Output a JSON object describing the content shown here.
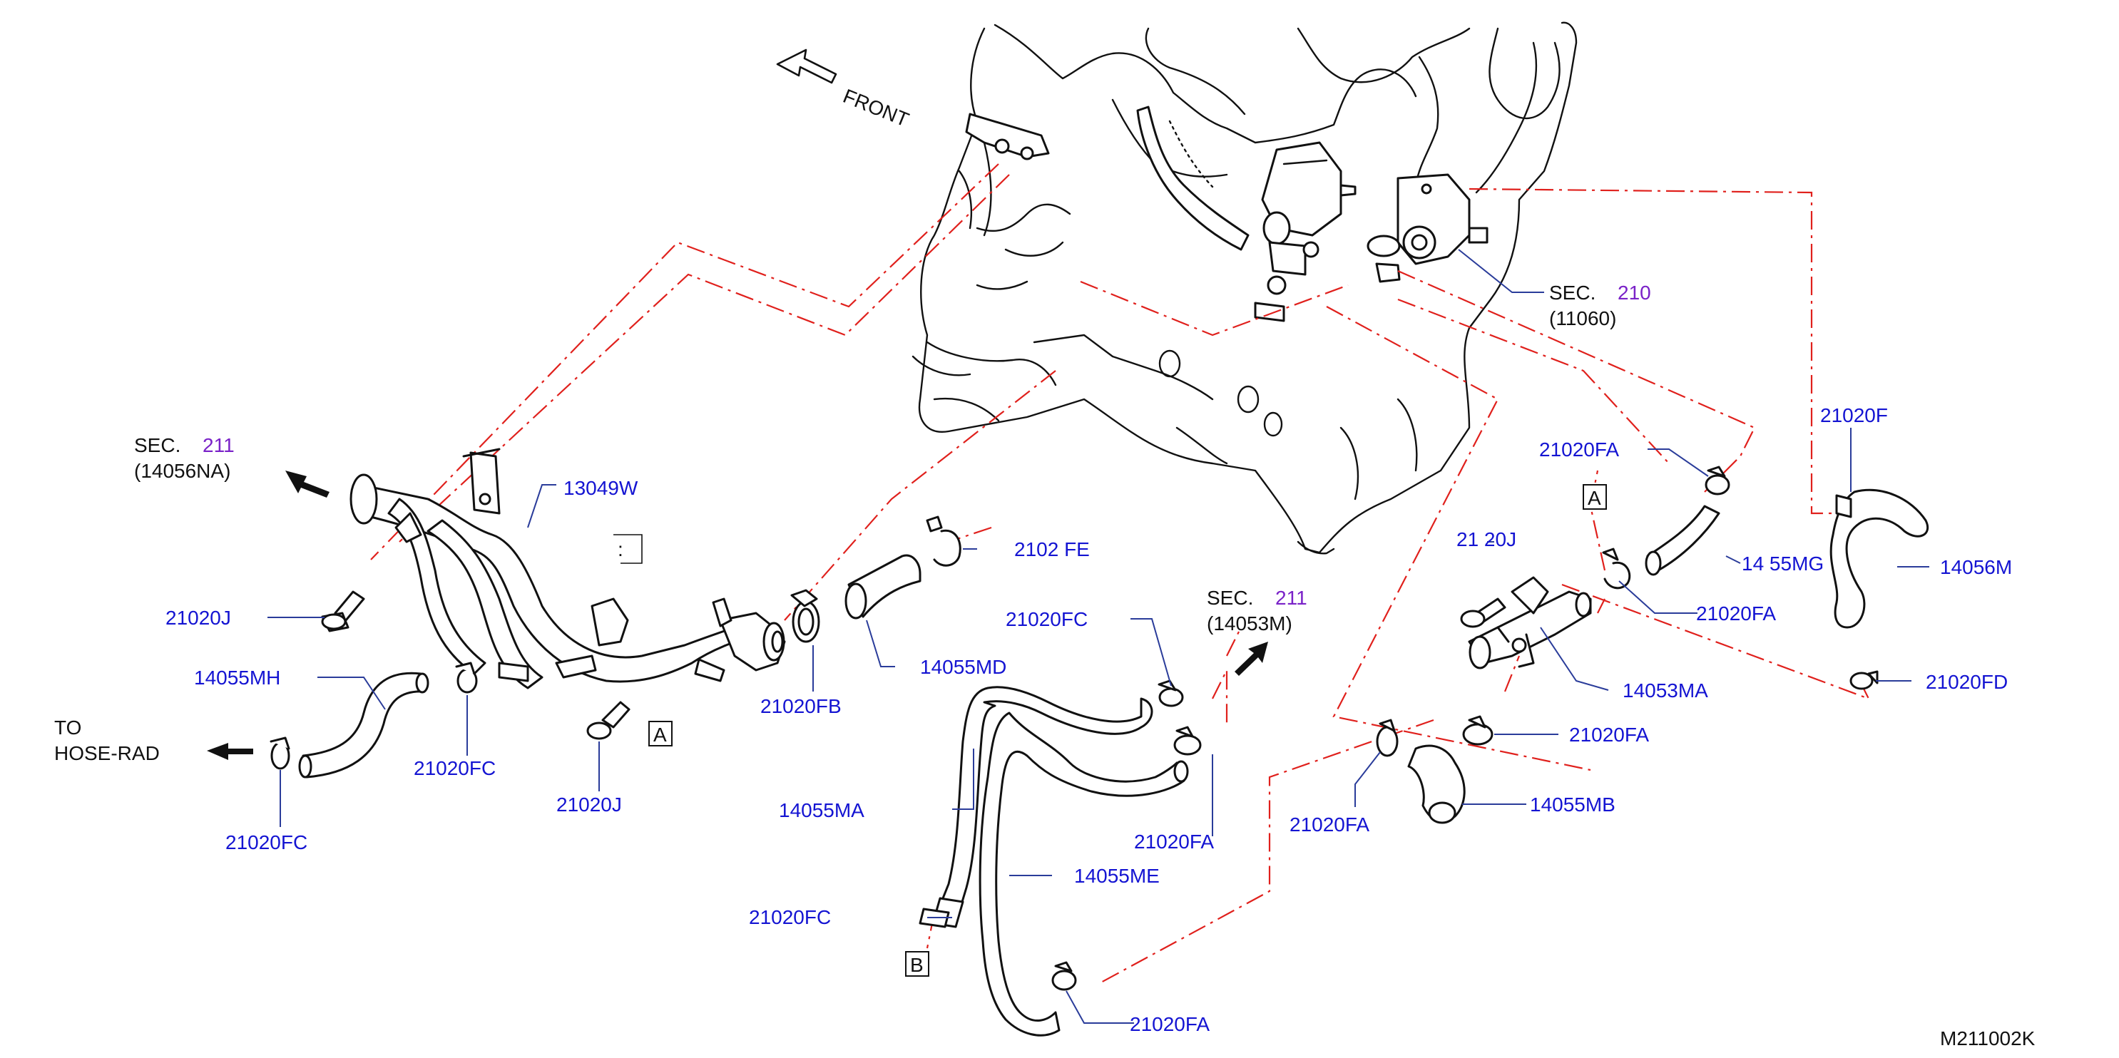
{
  "diagram": {
    "front_label": "FRONT",
    "diagram_code": "M211002K",
    "sec_210": {
      "prefix": "SEC.",
      "num": "210",
      "sub": "(11060)"
    },
    "sec_211_left": {
      "prefix": "SEC.",
      "num": "211",
      "sub": "(14056NA)"
    },
    "sec_211_mid": {
      "prefix": "SEC.",
      "num": "211",
      "sub": "(14053M)"
    },
    "to_hose_rad": {
      "line1": "TO",
      "line2": "HOSE-RAD"
    },
    "ref_A": "A",
    "ref_B": "B",
    "parts": {
      "p13049W": "13049W",
      "p21020J_a": "21020J",
      "p21020J_b": "21020J",
      "p14055MH": "14055MH",
      "p21020FC_a": "21020FC",
      "p21020FC_b": "21020FC",
      "p21020FB": "21020FB",
      "p14055MD": "14055MD",
      "p2102_FE": "2102  FE",
      "p21020FC_c": "21020FC",
      "p14055MA": "14055MA",
      "p21020FC_d": "21020FC",
      "p14055ME": "14055ME",
      "p21020FA_mid": "21020FA",
      "p21020FA_bot": "21020FA",
      "p21020FA_top": "21020FA",
      "p21020J_right": "21  20J",
      "p14055MG": "14 55MG",
      "p21020FA_right": "21020FA",
      "p14053MA": "14053MA",
      "p21020FA_r2": "21020FA",
      "p21020FA_r3": "21020FA",
      "p14055MB": "14055MB",
      "p21020F": "21020F",
      "p14056M": "14056M",
      "p21020FD": "21020FD"
    },
    "colors": {
      "label_blue": "#1414d2",
      "sec_purple": "#7a22c8",
      "chain_red": "#e0201c",
      "leader": "#2a3c9a"
    }
  }
}
